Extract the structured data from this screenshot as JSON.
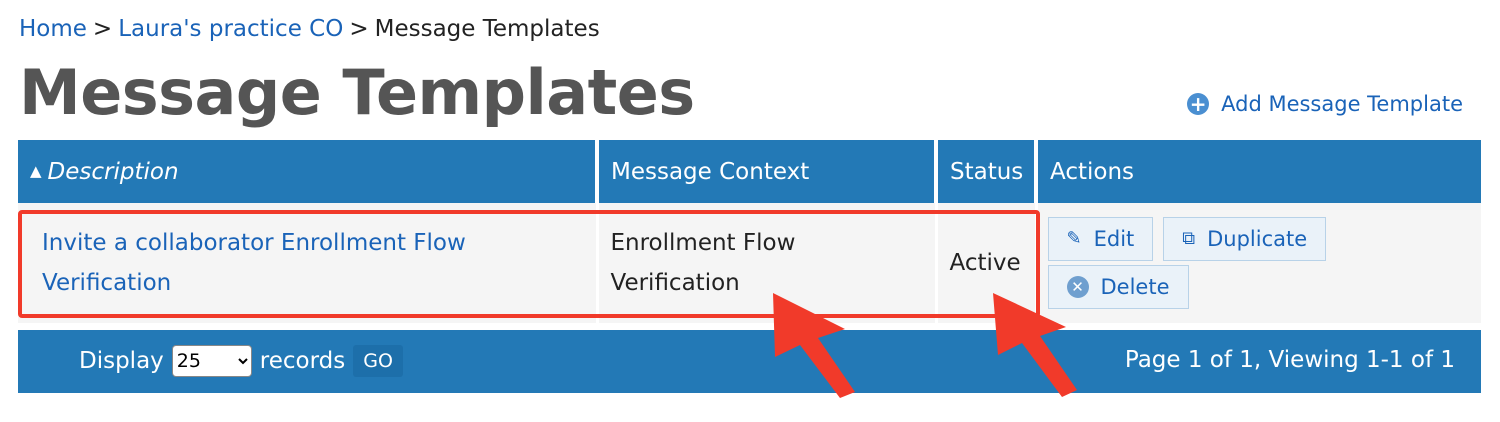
{
  "breadcrumb": {
    "home": "Home",
    "separator": ">",
    "co": "Laura's practice CO",
    "current": "Message Templates"
  },
  "page_title": "Message Templates",
  "add_link": {
    "icon": "plus-circle-icon",
    "label": "Add Message Template"
  },
  "table": {
    "headers": {
      "description": "Description",
      "description_sort_icon": "▲",
      "context": "Message Context",
      "status": "Status",
      "actions": "Actions"
    },
    "rows": [
      {
        "description_line1": "Invite a collaborator Enrollment Flow",
        "description_line2": "Verification",
        "context_line1": "Enrollment Flow",
        "context_line2": "Verification",
        "status": "Active",
        "edit_label": "Edit",
        "duplicate_label": "Duplicate",
        "delete_label": "Delete"
      }
    ]
  },
  "footer": {
    "display_label": "Display",
    "page_size": "25",
    "records_label": "records",
    "go_label": "GO",
    "pagination": "Page 1 of 1, Viewing 1-1 of 1"
  },
  "colors": {
    "header_bar": "#2379b6",
    "link": "#1a63b8",
    "highlight": "#f13a2a"
  }
}
